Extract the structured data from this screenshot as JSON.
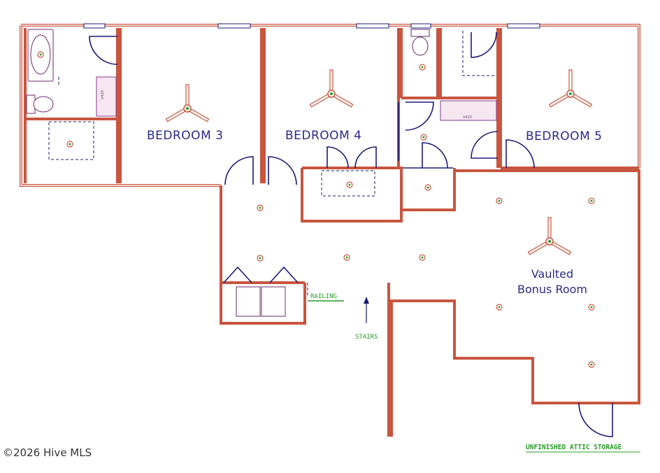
{
  "rooms": {
    "bedroom_3": "BEDROOM 3",
    "bedroom_4": "BEDROOM 4",
    "bedroom_5": "BEDROOM 5",
    "bonus_line1": "Vaulted",
    "bonus_line2": "Bonus Room"
  },
  "labels": {
    "railing": "RAILING",
    "stairs": "STAIRS",
    "attic": "UNFINISHED ATTIC STORAGE",
    "vanity_left": "V420",
    "vanity_right": "V420"
  },
  "copyright": "©2026 Hive MLS",
  "colors": {
    "wall": "#c8553f",
    "door": "#1a1a7a",
    "room_label": "#2a2a8a",
    "annotation": "#2a9a2a",
    "fixture": "#8a3a8a"
  }
}
